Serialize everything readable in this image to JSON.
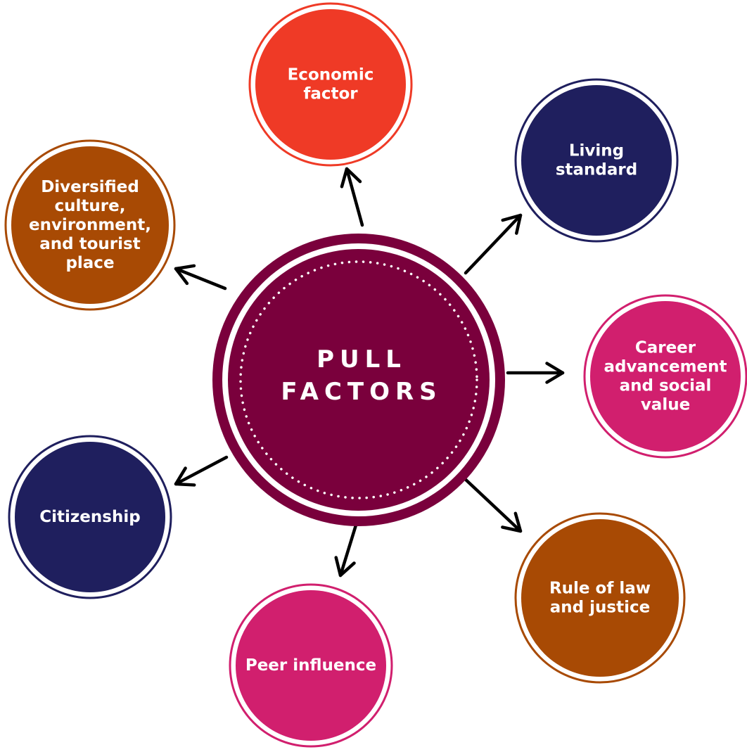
{
  "center": {
    "lines": [
      "PULL",
      "FACTORS"
    ],
    "color": "#7a003c"
  },
  "factors": [
    {
      "id": "economic",
      "lines": [
        "Economic",
        "factor"
      ],
      "color": "#ef3a26"
    },
    {
      "id": "living",
      "lines": [
        "Living",
        "standard"
      ],
      "color": "#1f1f5e"
    },
    {
      "id": "career",
      "lines": [
        "Career",
        "advancement",
        "and social",
        "value"
      ],
      "color": "#d11f6e"
    },
    {
      "id": "rule",
      "lines": [
        "Rule of law",
        "and justice"
      ],
      "color": "#a84a04"
    },
    {
      "id": "peer",
      "lines": [
        "Peer influence"
      ],
      "color": "#d11f6e"
    },
    {
      "id": "citizen",
      "lines": [
        "Citizenship"
      ],
      "color": "#1f1f5e"
    },
    {
      "id": "culture",
      "lines": [
        "Diversified",
        "culture,",
        "environment,",
        "and tourist",
        "place"
      ],
      "color": "#a84a04"
    }
  ]
}
